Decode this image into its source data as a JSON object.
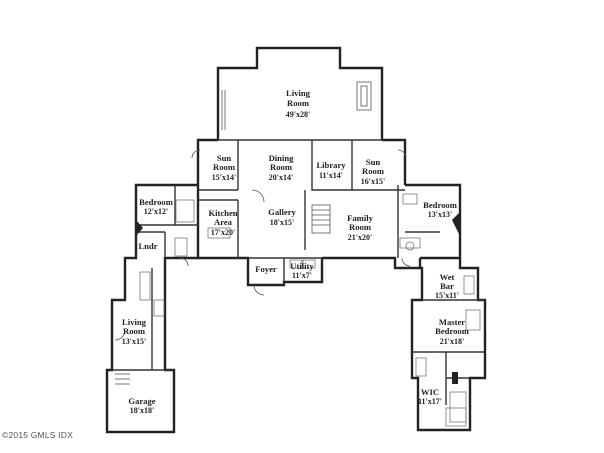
{
  "rooms": {
    "living_room": {
      "name": [
        "Living",
        "Room"
      ],
      "dims": "49'x28'"
    },
    "sun_room_left": {
      "name": [
        "Sun",
        "Room"
      ],
      "dims": "15'x14'"
    },
    "dining_room": {
      "name": [
        "Dining",
        "Room"
      ],
      "dims": "20'x14'"
    },
    "library": {
      "name": [
        "Library"
      ],
      "dims": "11'x14'"
    },
    "sun_room_right": {
      "name": [
        "Sun",
        "Room"
      ],
      "dims": "16'x15'"
    },
    "bedroom_left": {
      "name": [
        "Bedroom"
      ],
      "dims": "12'x12'"
    },
    "kitchen_area": {
      "name": [
        "Kitchen",
        "Area"
      ],
      "dims": "17'x20'"
    },
    "gallery": {
      "name": [
        "Gallery"
      ],
      "dims": "18'x15'"
    },
    "family_room": {
      "name": [
        "Family",
        "Room"
      ],
      "dims": "21'x20'"
    },
    "bedroom_right": {
      "name": [
        "Bedroom"
      ],
      "dims": "13'x13'"
    },
    "laundry": {
      "name": [
        "Lndr"
      ],
      "dims": ""
    },
    "foyer": {
      "name": [
        "Foyer"
      ],
      "dims": ""
    },
    "utility": {
      "name": [
        "Utility"
      ],
      "dims": "11'x7'"
    },
    "wet_bar": {
      "name": [
        "Wet",
        "Bar"
      ],
      "dims": "15'x11'"
    },
    "living_room_lower": {
      "name": [
        "Living",
        "Room"
      ],
      "dims": "13'x15'"
    },
    "master_bedroom": {
      "name": [
        "Master",
        "Bedroom"
      ],
      "dims": "21'x18'"
    },
    "wic": {
      "name": [
        "WIC"
      ],
      "dims": "11'x17'"
    },
    "garage": {
      "name": [
        "Garage"
      ],
      "dims": "18'x18'"
    }
  },
  "copyright": "©2015 GMLS IDX"
}
